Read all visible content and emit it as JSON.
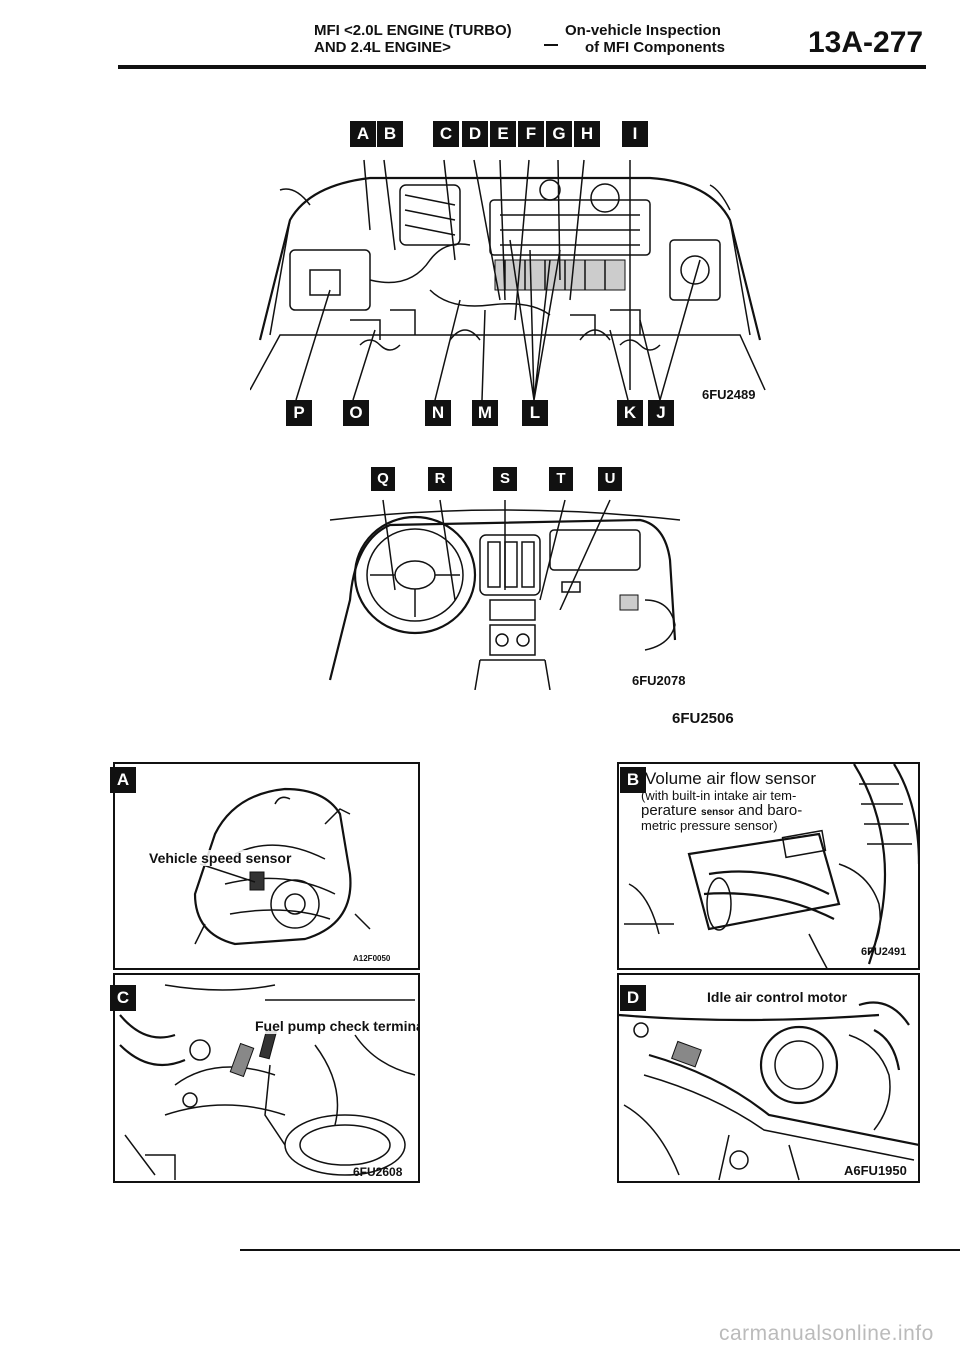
{
  "header": {
    "section_line1": "MFI <2.0L ENGINE (TURBO)",
    "section_line2": "AND 2.4L ENGINE>",
    "topic_line1": "On-vehicle Inspection",
    "topic_line2": "of MFI Components",
    "page_number": "13A-277"
  },
  "engine_diagram": {
    "top_labels": [
      "A",
      "B",
      "C",
      "D",
      "E",
      "F",
      "G",
      "H",
      "I"
    ],
    "bottom_labels": [
      "P",
      "O",
      "N",
      "M",
      "L",
      "K",
      "J"
    ],
    "figure_code": "6FU2489"
  },
  "cabin_diagram": {
    "labels": [
      "Q",
      "R",
      "S",
      "T",
      "U"
    ],
    "figure_code": "6FU2078"
  },
  "group_figure_code": "6FU2506",
  "panels": {
    "a": {
      "badge": "A",
      "caption": "Vehicle speed sensor",
      "figure_code": "A12F0050"
    },
    "b": {
      "badge": "B",
      "title": "Volume air flow sensor",
      "sub_line1": "(with built-in intake air tem-",
      "sub_line2a": "perature",
      "sub_line2b": "sensor",
      "sub_line2c": "and baro-",
      "sub_line3": "metric pressure sensor)",
      "figure_code": "6FU2491"
    },
    "c": {
      "badge": "C",
      "caption": "Fuel pump check terminal",
      "figure_code": "6FU2608"
    },
    "d": {
      "badge": "D",
      "caption": "Idle air control motor",
      "figure_code": "A6FU1950"
    }
  },
  "footer": {
    "watermark": "carmanualsonline.info"
  }
}
